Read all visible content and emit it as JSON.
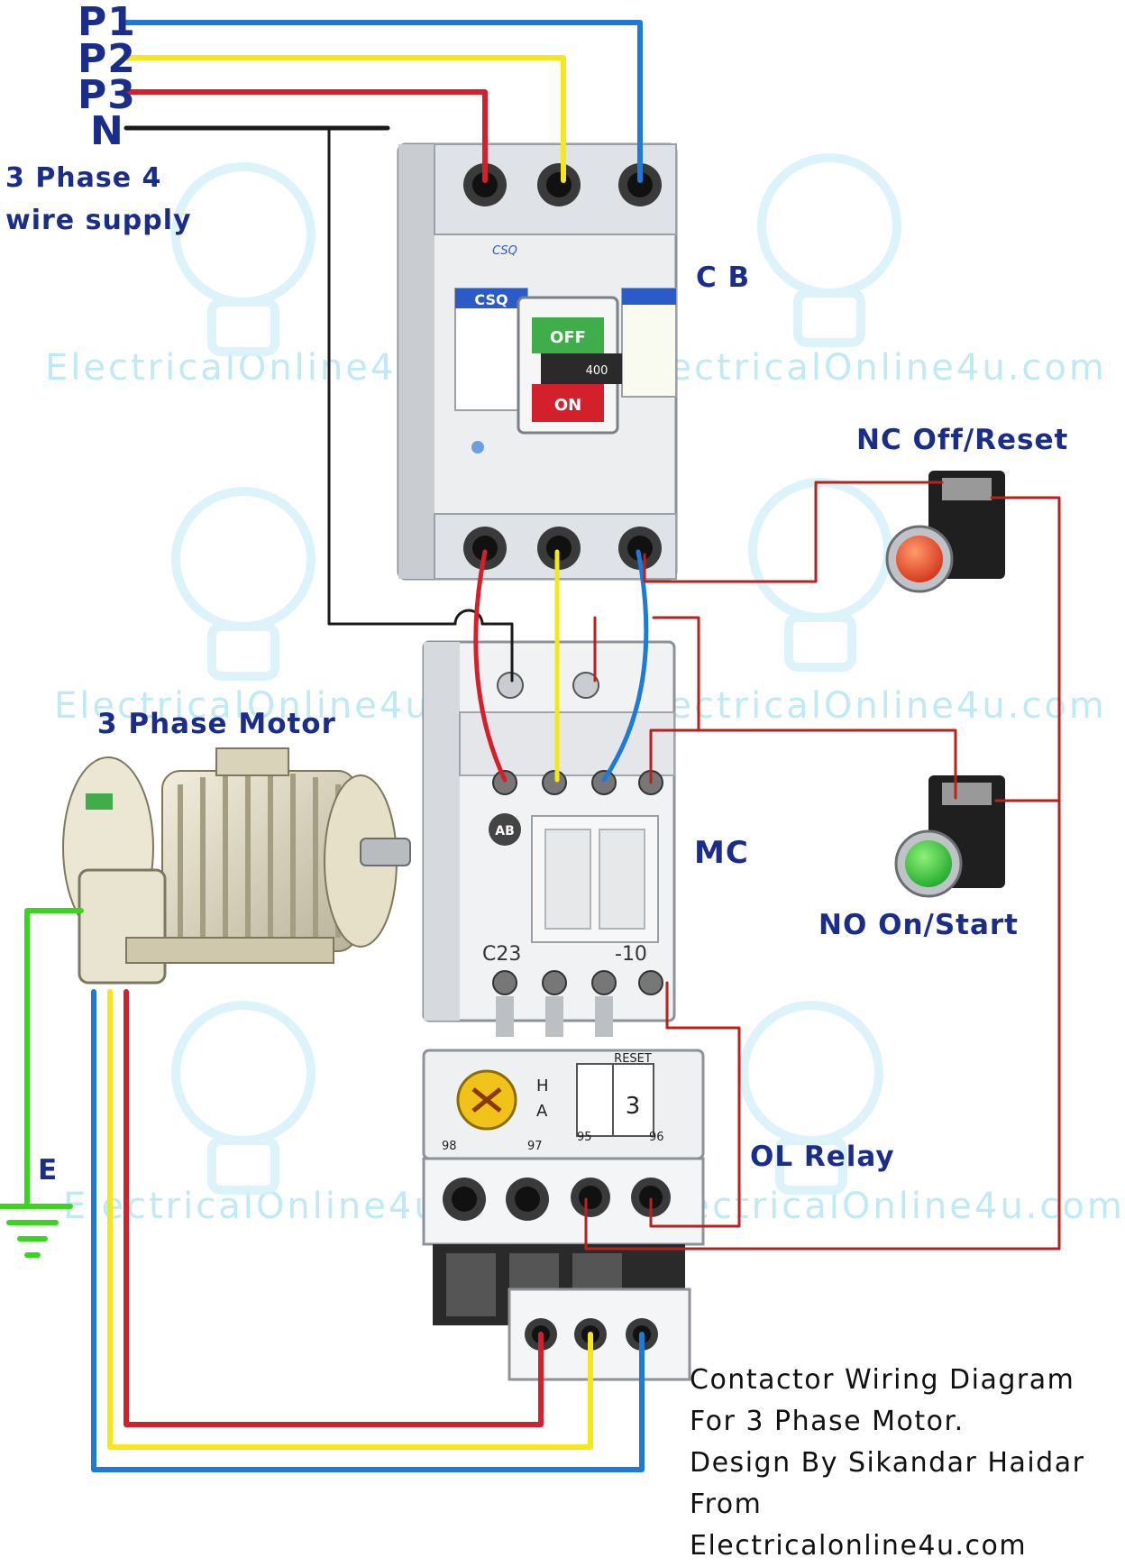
{
  "supply": {
    "p1": "P1",
    "p2": "P2",
    "p3": "P3",
    "n": "N",
    "caption_line1": "3 Phase 4",
    "caption_line2": "wire supply"
  },
  "components": {
    "cb": "C B",
    "mc": "MC",
    "ol_relay": "OL Relay",
    "nc_button": "NC Off/Reset",
    "no_button": "NO  On/Start",
    "motor": "3 Phase Motor",
    "earth": "E"
  },
  "device_markings": {
    "cb_brand": "CSQ",
    "cb_off": "OFF",
    "cb_on": "ON",
    "cb_rating": "400",
    "mc_brand": "AB",
    "mc_model_left": "C23",
    "mc_model_right": "-10",
    "ol_reset": "RESET",
    "ol_setting": "3",
    "ol_h": "H",
    "ol_a": "A",
    "ol_95": "95",
    "ol_96": "96",
    "ol_97": "97",
    "ol_98": "98"
  },
  "credits": {
    "line1": "Contactor Wiring Diagram",
    "line2": "For 3 Phase Motor.",
    "line3": "Design By Sikandar Haidar",
    "line4": "From Electricalonline4u.com"
  },
  "watermark": {
    "text": "ElectricalOnline4u.com"
  },
  "colors": {
    "p1": "#1e7ad6",
    "p2": "#f5e81a",
    "p3": "#d4202a",
    "neutral": "#1a1a1a",
    "earth": "#39d61f",
    "control": "#b8221e",
    "label": "#1a2d8a"
  }
}
